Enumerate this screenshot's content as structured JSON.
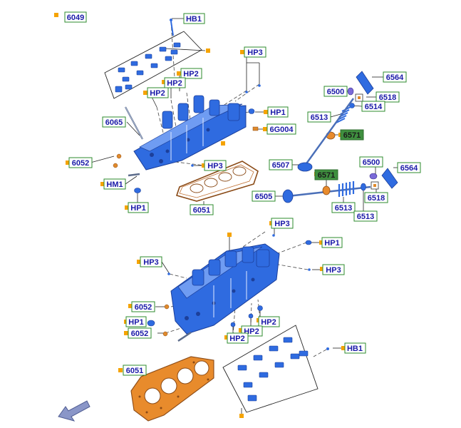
{
  "palette": {
    "part_blue": "#2f6be0",
    "part_blue_dark": "#1c3f9a",
    "part_blue_light": "#6f9cf2",
    "gasket_orange": "#e88b2c",
    "gasket_dark": "#8a4a16",
    "label_border": "#2e8b2e",
    "label_text": "#1a1aa8",
    "highlight_fill": "#3f8f3f",
    "bullet": "#f5a300",
    "nav_arrow": "#8a96c8"
  },
  "callouts": {
    "c6049": "6049",
    "hb1_top": "HB1",
    "hp3_a": "HP3",
    "hp2_a": "HP2",
    "hp2_b": "HP2",
    "hp2_c": "HP2",
    "hp1_a": "HP1",
    "g6004": "6G004",
    "c6065": "6065",
    "c6052_a": "6052",
    "hp3_b": "HP3",
    "hm1": "HM1",
    "hp1_b": "HP1",
    "c6051_a": "6051",
    "c6564_a": "6564",
    "c6500_a": "6500",
    "c6518_a": "6518",
    "c6514": "6514",
    "c6513_a": "6513",
    "c6571_a": "6571",
    "c6507": "6507",
    "c6500_b": "6500",
    "c6564_b": "6564",
    "c6571_b": "6571",
    "c6505": "6505",
    "c6518_b": "6518",
    "c6513_b": "6513",
    "c6513_c": "6513",
    "hp3_c": "HP3",
    "hp1_c": "HP1",
    "hp3_d": "HP3",
    "hp3_e": "HP3",
    "c6052_b": "6052",
    "hp1_d": "HP1",
    "c6052_c": "6052",
    "hp2_d": "HP2",
    "hp2_e": "HP2",
    "hp2_f": "HP2",
    "hb1_bottom": "HB1",
    "c6051_b": "6051"
  }
}
